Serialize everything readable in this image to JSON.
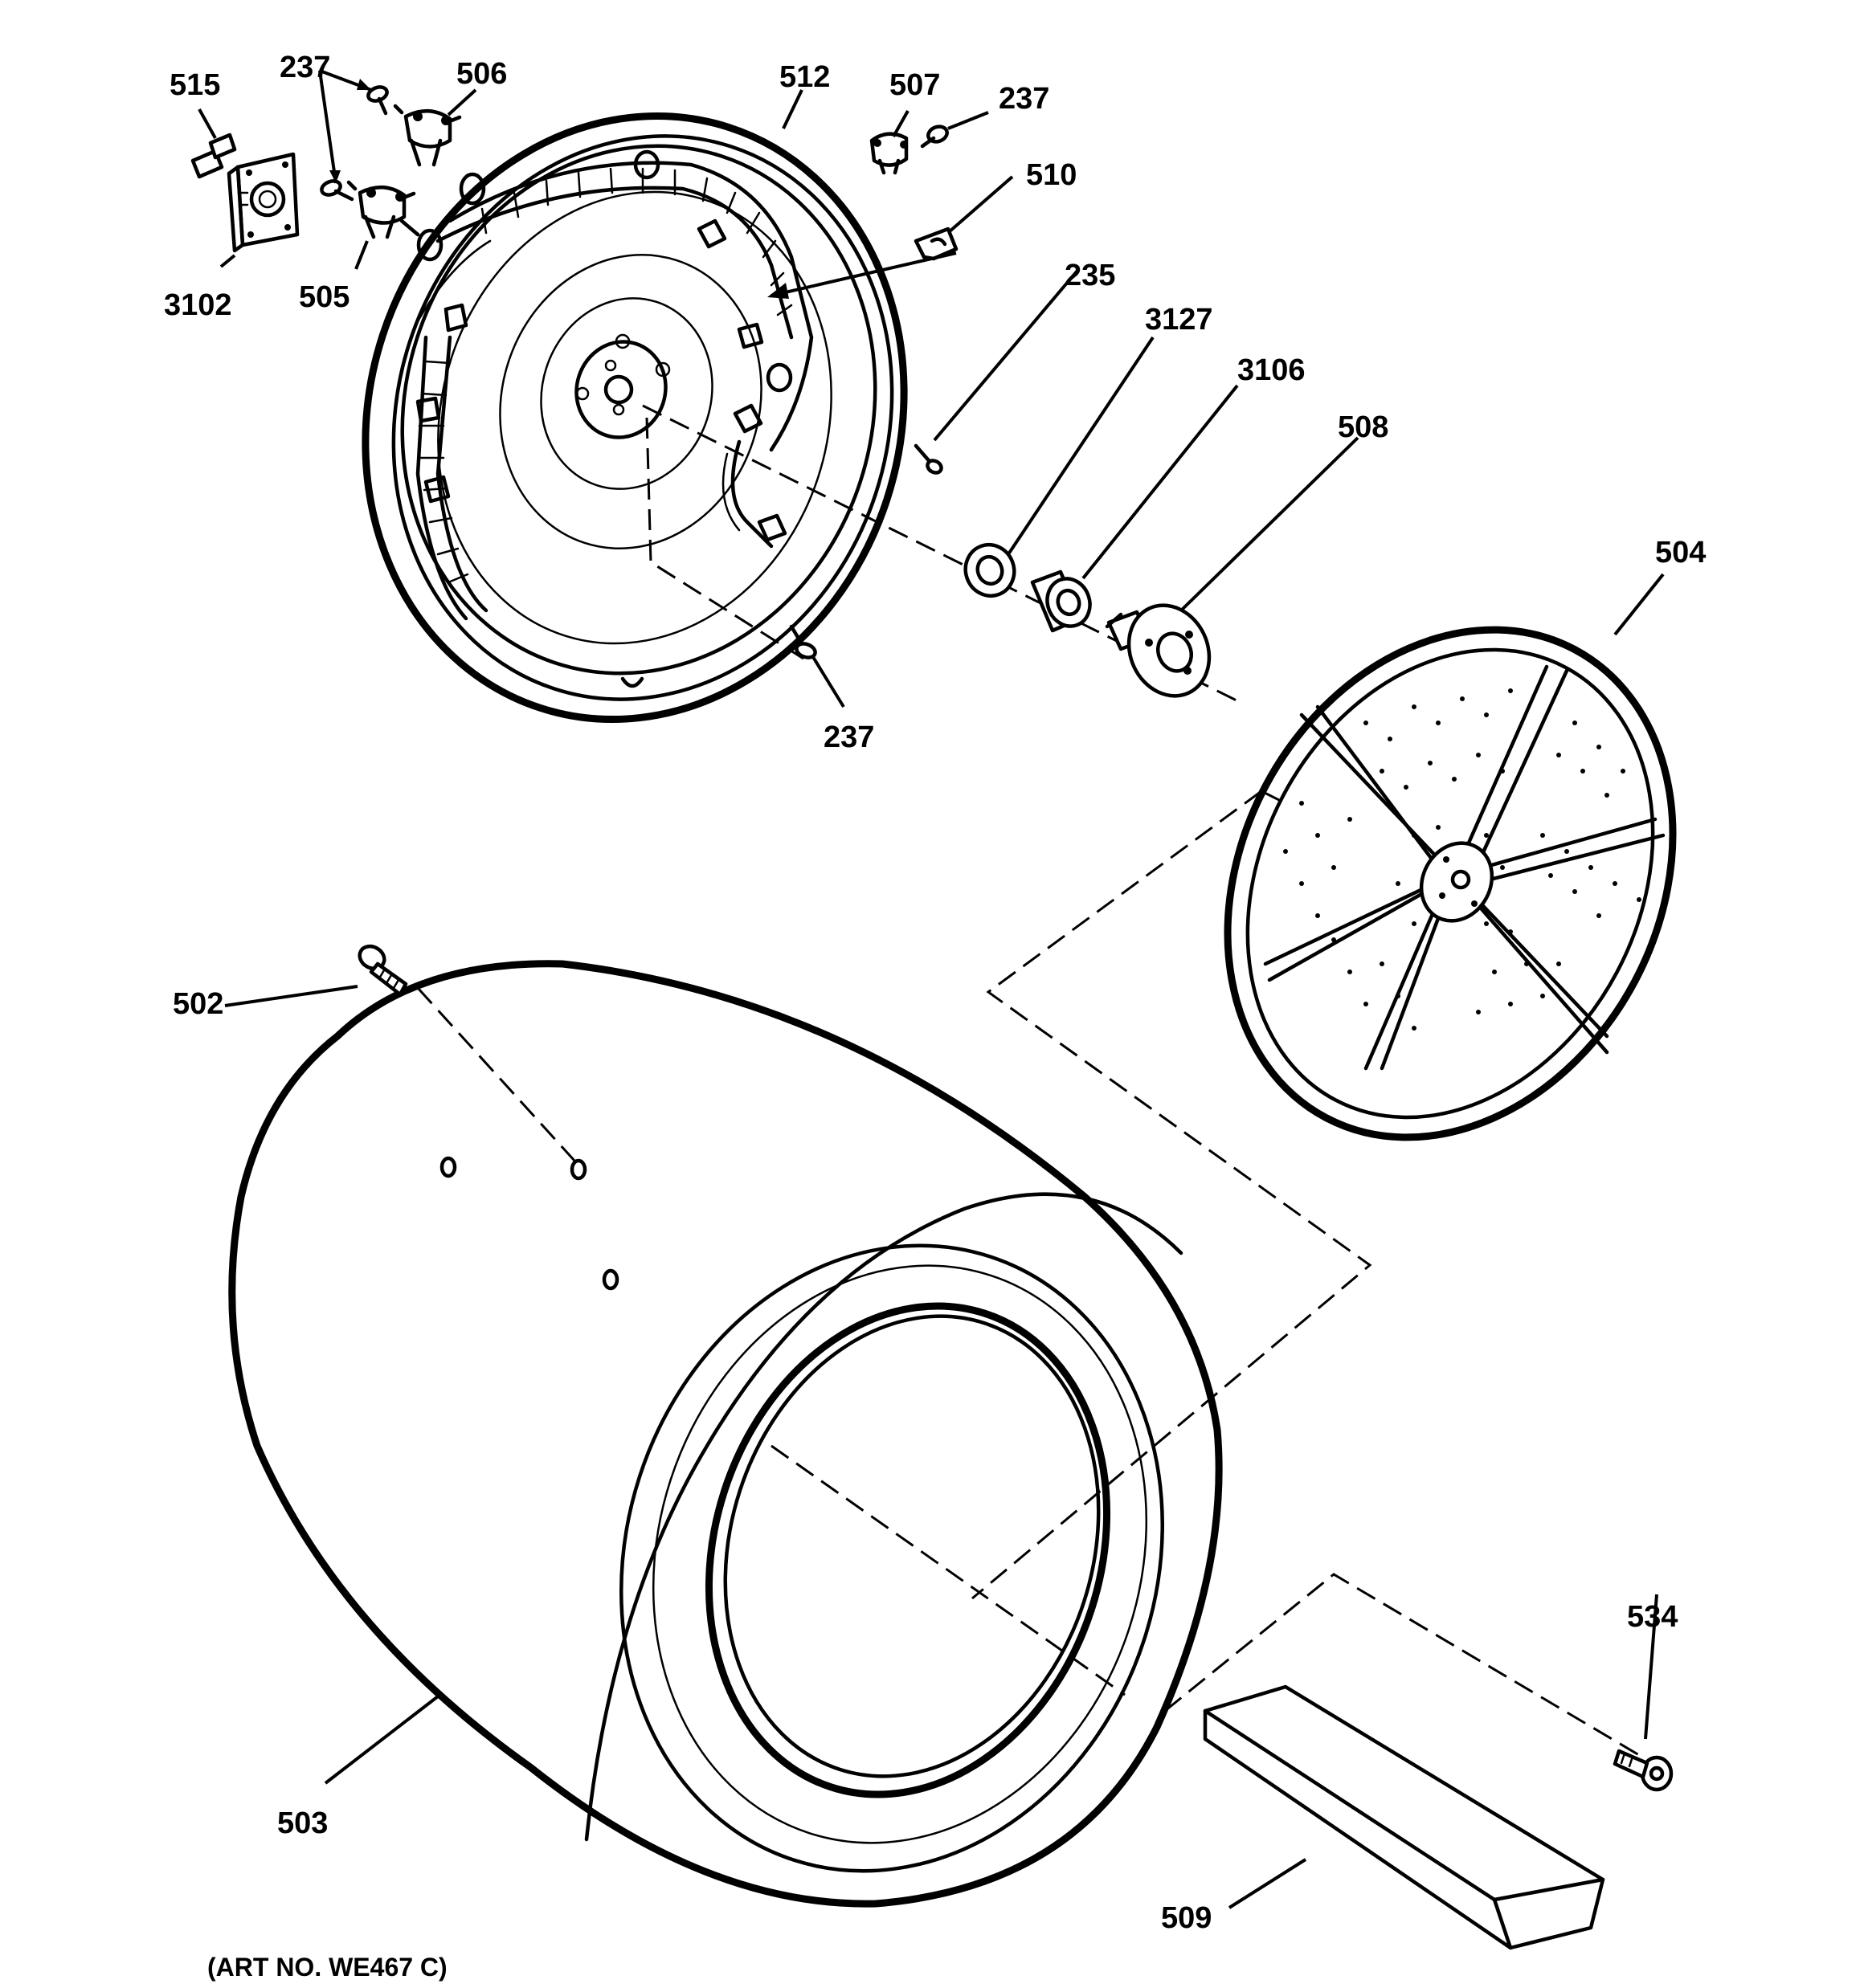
{
  "diagram": {
    "art_number": "(ART NO. WE467 C)",
    "callouts": [
      {
        "id": "c515",
        "text": "515"
      },
      {
        "id": "c237a",
        "text": "237"
      },
      {
        "id": "c506",
        "text": "506"
      },
      {
        "id": "c512",
        "text": "512"
      },
      {
        "id": "c507",
        "text": "507"
      },
      {
        "id": "c237b",
        "text": "237"
      },
      {
        "id": "c510",
        "text": "510"
      },
      {
        "id": "c3102",
        "text": "3102"
      },
      {
        "id": "c505",
        "text": "505"
      },
      {
        "id": "c235",
        "text": "235"
      },
      {
        "id": "c3127",
        "text": "3127"
      },
      {
        "id": "c3106",
        "text": "3106"
      },
      {
        "id": "c508",
        "text": "508"
      },
      {
        "id": "c237c",
        "text": "237"
      },
      {
        "id": "c504",
        "text": "504"
      },
      {
        "id": "c502",
        "text": "502"
      },
      {
        "id": "c534",
        "text": "534"
      },
      {
        "id": "c503",
        "text": "503"
      },
      {
        "id": "c509",
        "text": "509"
      }
    ]
  }
}
